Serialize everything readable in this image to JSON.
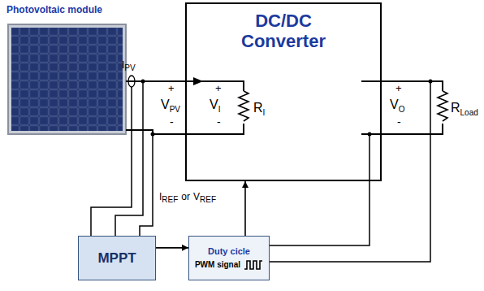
{
  "diagram": {
    "nodes": [
      {
        "text": [
          "DC/DC Converter"
        ]
      },
      {
        "text": [
          "MPPT"
        ]
      },
      {
        "text": [
          "Duty cicle",
          "PWM signal"
        ]
      }
    ],
    "edges": [
      {
        "from": 1,
        "to": 2,
        "arrow": "to"
      },
      {
        "from": 2,
        "to": 0,
        "arrow": "to"
      }
    ],
    "labels": [
      "Photovoltaic module",
      "I",
      "PV",
      "+",
      "V",
      "PV",
      "-",
      "+",
      "V",
      "I",
      "-",
      "R",
      "I",
      "+",
      "V",
      "O",
      "-",
      "R",
      "Load",
      "I",
      "REF",
      "or",
      "V",
      "REF"
    ]
  }
}
